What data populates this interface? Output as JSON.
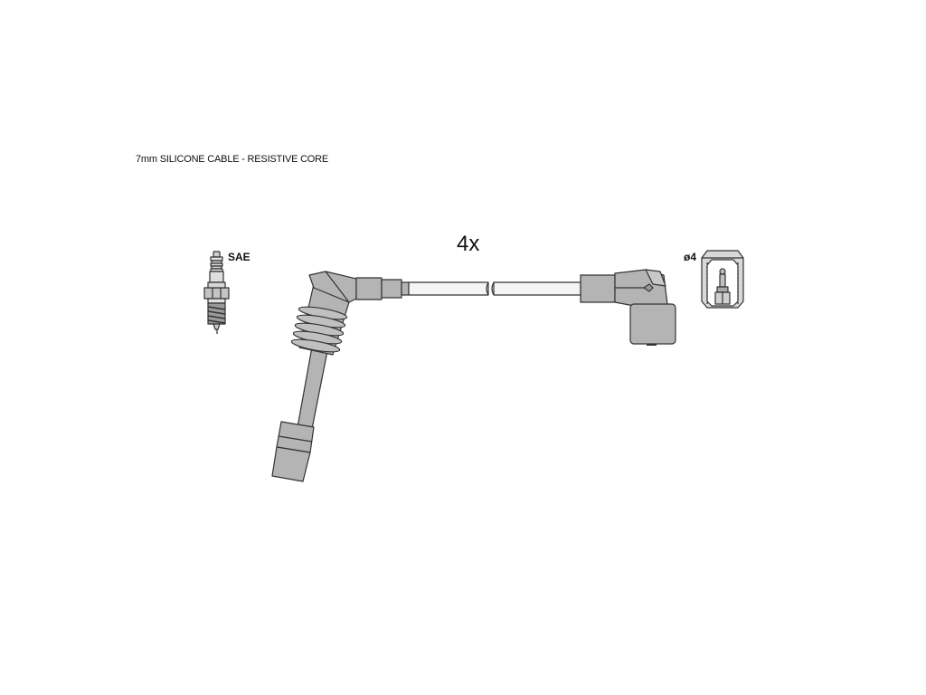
{
  "caption": "7mm SILICONE CABLE - RESISTIVE CORE",
  "quantity": "4x",
  "plug_label": "SAE",
  "terminal_label": "ø4",
  "colors": {
    "fill": "#b4b4b4",
    "stroke": "#333333",
    "background": "#ffffff"
  }
}
